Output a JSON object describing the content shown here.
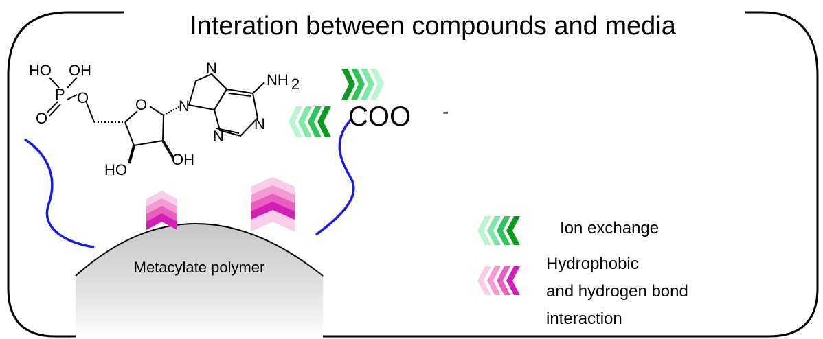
{
  "title": "Interation between compounds and media",
  "molecule": {
    "labels": {
      "ho_top": "HO",
      "oh_top": "OH",
      "phosphorus": "P",
      "o_ester": "O",
      "o_double": "O",
      "o_ring": "O",
      "n7": "N",
      "n9": "N",
      "n1": "N",
      "n3": "N",
      "nh2": "NH",
      "nh2_sub": "2",
      "ho_bottom": "HO",
      "oh_bottom": "OH"
    }
  },
  "carboxylate": {
    "text": "COO",
    "charge": "-"
  },
  "polymer": {
    "label": "Metacylate polymer"
  },
  "legend": {
    "ion_exchange": "Ion exchange",
    "hydrophobic_lines": [
      "Hydrophobic",
      "and hydrogen bond",
      "interaction"
    ]
  },
  "colors": {
    "ion_exchange": [
      "#b9f5d0",
      "#7ee8a6",
      "#2fc45a",
      "#0a9a1e"
    ],
    "hydrophobic": [
      "#f8cdea",
      "#f39bd2",
      "#e85fc0",
      "#d21fb5"
    ],
    "ligand_line": "#1a1ae6",
    "frame": "#000000"
  }
}
